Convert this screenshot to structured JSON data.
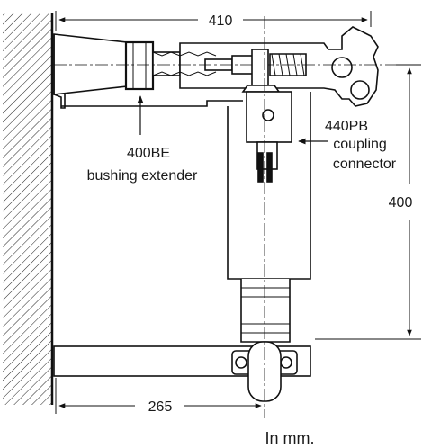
{
  "dimensions": {
    "width_top": "410",
    "height_right": "400",
    "width_bottom": "265"
  },
  "parts": {
    "bushing_extender_code": "400BE",
    "bushing_extender_name": "bushing extender",
    "coupling_connector_code": "440PB",
    "coupling_connector_line1": "coupling",
    "coupling_connector_line2": "connector"
  },
  "units_note": "In mm."
}
